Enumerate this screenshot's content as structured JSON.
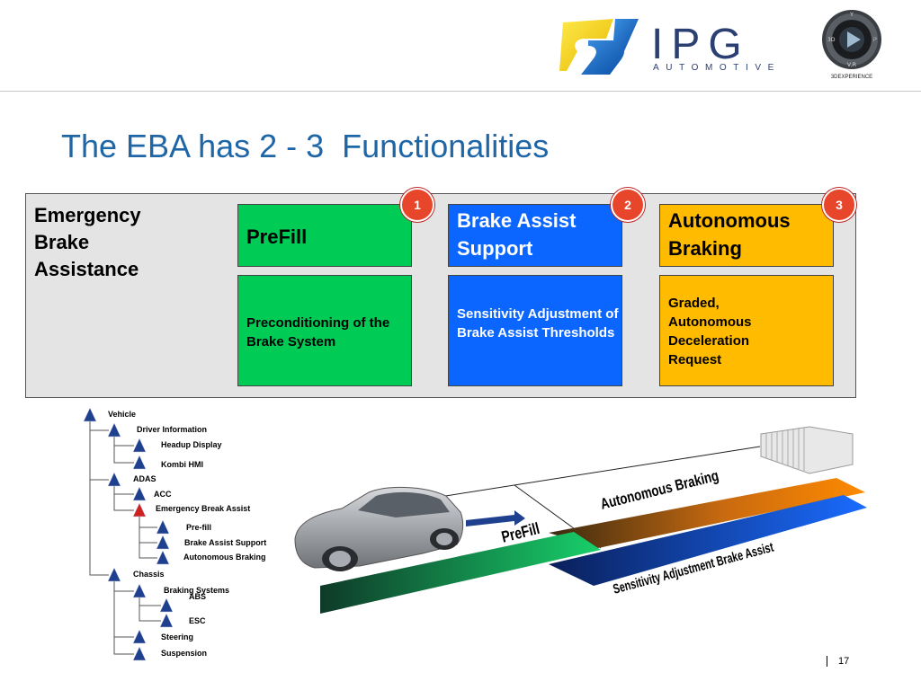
{
  "header": {
    "brand": "IPG",
    "brand_sub": "AUTOMOTIVE",
    "seal_text": "3DEXPERIENCE"
  },
  "title": "The EBA has 2 - 3  Functionalities",
  "panel": {
    "heading": "Emergency Brake Assistance",
    "columns": [
      {
        "number": "1",
        "title": "PreFill",
        "description": "Preconditioning of the Brake System",
        "color": "#00cc55"
      },
      {
        "number": "2",
        "title": "Brake Assist Support",
        "description": "Sensitivity Adjustment of Brake Assist Thresholds",
        "color": "#0b66ff"
      },
      {
        "number": "3",
        "title": "Autonomous Braking",
        "description": "Graded, Autonomous Deceleration Request",
        "color": "#ffbb00"
      }
    ]
  },
  "tree": {
    "nodes": [
      "Vehicle",
      "Driver Information",
      "Headup Display",
      "Kombi HMI",
      "ADAS",
      "ACC",
      "Emergency Break Assist",
      "Pre-fill",
      "Brake Assist Support",
      "Autonomous Braking",
      "Chassis",
      "Braking Systems",
      "ABS",
      "ESC",
      "Steering",
      "Suspension"
    ],
    "highlighted": "Emergency Break Assist",
    "marker_color": "#1f3f8f",
    "highlight_color": "#cc2222"
  },
  "illustration": {
    "labels": {
      "autonomous": "Autonomous Braking",
      "prefill": "PreFill",
      "sensitivity": "Sensitivity Adjustment Brake Assist"
    }
  },
  "footer": {
    "page_number": "17"
  }
}
